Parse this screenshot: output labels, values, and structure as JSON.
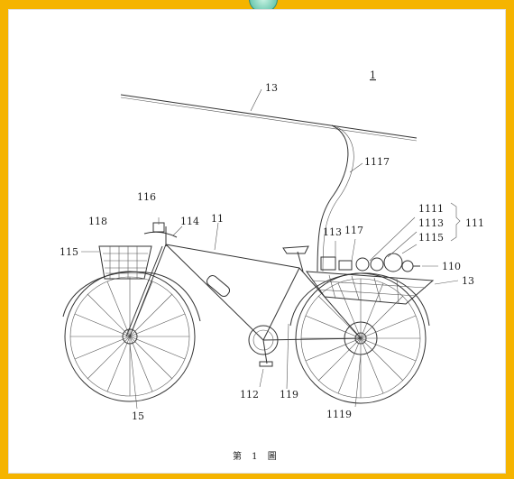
{
  "figure": {
    "caption": "第 1 圖",
    "figure_ref": "1"
  },
  "labels": {
    "roof_top": "13",
    "roof_right": "13",
    "pipe": "1117",
    "frame": "11",
    "lamp": "116",
    "basket_top": "118",
    "handle": "114",
    "basket": "115",
    "box": "113",
    "unit": "117",
    "r1111": "1111",
    "r1113": "1113",
    "r1115": "1115",
    "group": "111",
    "rack": "110",
    "pedal": "112",
    "seat_tube": "119",
    "hub": "1119",
    "front_wheel": "15"
  },
  "colors": {
    "border": "#f5b400",
    "background_outer": "#7fd6c8",
    "paper": "#ffffff",
    "line": "#333333"
  }
}
